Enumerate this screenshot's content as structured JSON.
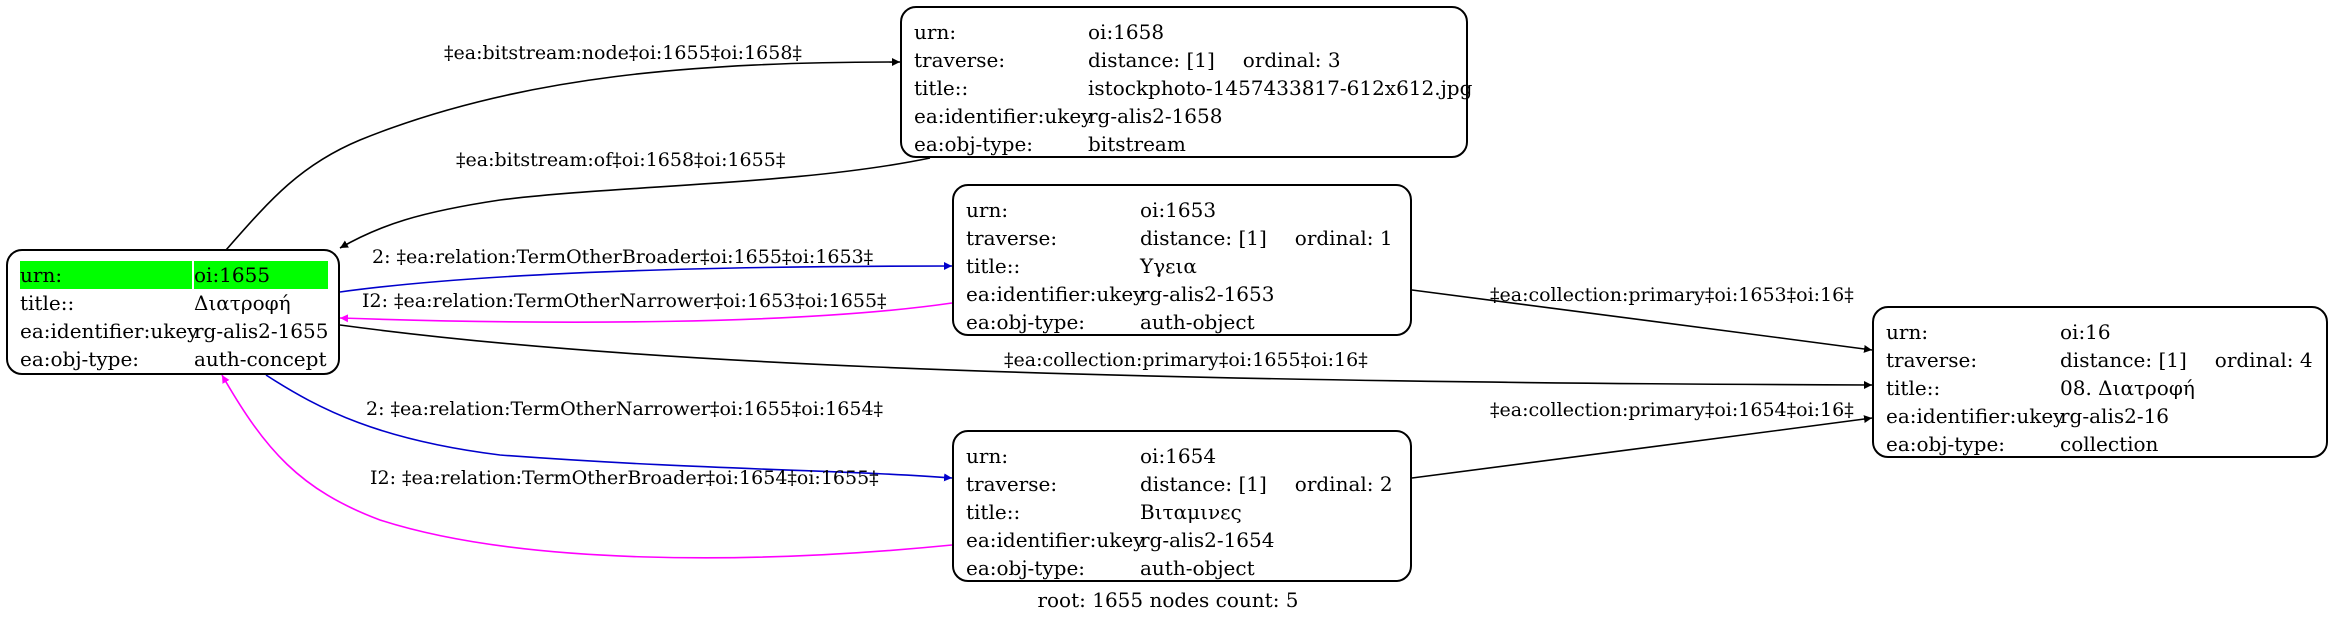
{
  "nodes": {
    "n1655": {
      "urn_key": "urn:",
      "urn": "oi:1655",
      "title_key": "title::",
      "title": "Διατροφή",
      "ukey_key": "ea:identifier:ukey",
      "ukey": "rg-alis2-1655",
      "type_key": "ea:obj-type:",
      "type": "auth-concept"
    },
    "n1658": {
      "urn_key": "urn:",
      "urn": "oi:1658",
      "traverse_key": "traverse:",
      "distance": "distance: [1]",
      "ordinal": "ordinal: 3",
      "title_key": "title::",
      "title": "istockphoto-1457433817-612x612.jpg",
      "ukey_key": "ea:identifier:ukey",
      "ukey": "rg-alis2-1658",
      "type_key": "ea:obj-type:",
      "type": "bitstream"
    },
    "n1653": {
      "urn_key": "urn:",
      "urn": "oi:1653",
      "traverse_key": "traverse:",
      "distance": "distance: [1]",
      "ordinal": "ordinal: 1",
      "title_key": "title::",
      "title": "Υγεια",
      "ukey_key": "ea:identifier:ukey",
      "ukey": "rg-alis2-1653",
      "type_key": "ea:obj-type:",
      "type": "auth-object"
    },
    "n1654": {
      "urn_key": "urn:",
      "urn": "oi:1654",
      "traverse_key": "traverse:",
      "distance": "distance: [1]",
      "ordinal": "ordinal: 2",
      "title_key": "title::",
      "title": "Βιταμινες",
      "ukey_key": "ea:identifier:ukey",
      "ukey": "rg-alis2-1654",
      "type_key": "ea:obj-type:",
      "type": "auth-object"
    },
    "n16": {
      "urn_key": "urn:",
      "urn": "oi:16",
      "traverse_key": "traverse:",
      "distance": "distance: [1]",
      "ordinal": "ordinal: 4",
      "title_key": "title::",
      "title": "08. Διατροφή",
      "ukey_key": "ea:identifier:ukey",
      "ukey": "rg-alis2-16",
      "type_key": "ea:obj-type:",
      "type": "collection"
    }
  },
  "edges": {
    "bitstream_node": "‡ea:bitstream:node‡oi:1655‡oi:1658‡",
    "bitstream_of": "‡ea:bitstream:of‡oi:1658‡oi:1655‡",
    "broader_1653": "2: ‡ea:relation:TermOtherBroader‡oi:1655‡oi:1653‡",
    "narrower_1653": "I2: ‡ea:relation:TermOtherNarrower‡oi:1653‡oi:1655‡",
    "collection_1655": "‡ea:collection:primary‡oi:1655‡oi:16‡",
    "narrower_1654": "2: ‡ea:relation:TermOtherNarrower‡oi:1655‡oi:1654‡",
    "broader_1654": "I2: ‡ea:relation:TermOtherBroader‡oi:1654‡oi:1655‡",
    "collection_1653": "‡ea:collection:primary‡oi:1653‡oi:16‡",
    "collection_1654": "‡ea:collection:primary‡oi:1654‡oi:16‡"
  },
  "colors": {
    "black_edge": "#000000",
    "blue_edge": "#0000cc",
    "magenta_edge": "#ff00ff",
    "highlight": "#00ff00"
  },
  "footer": "root: 1655 nodes count: 5"
}
